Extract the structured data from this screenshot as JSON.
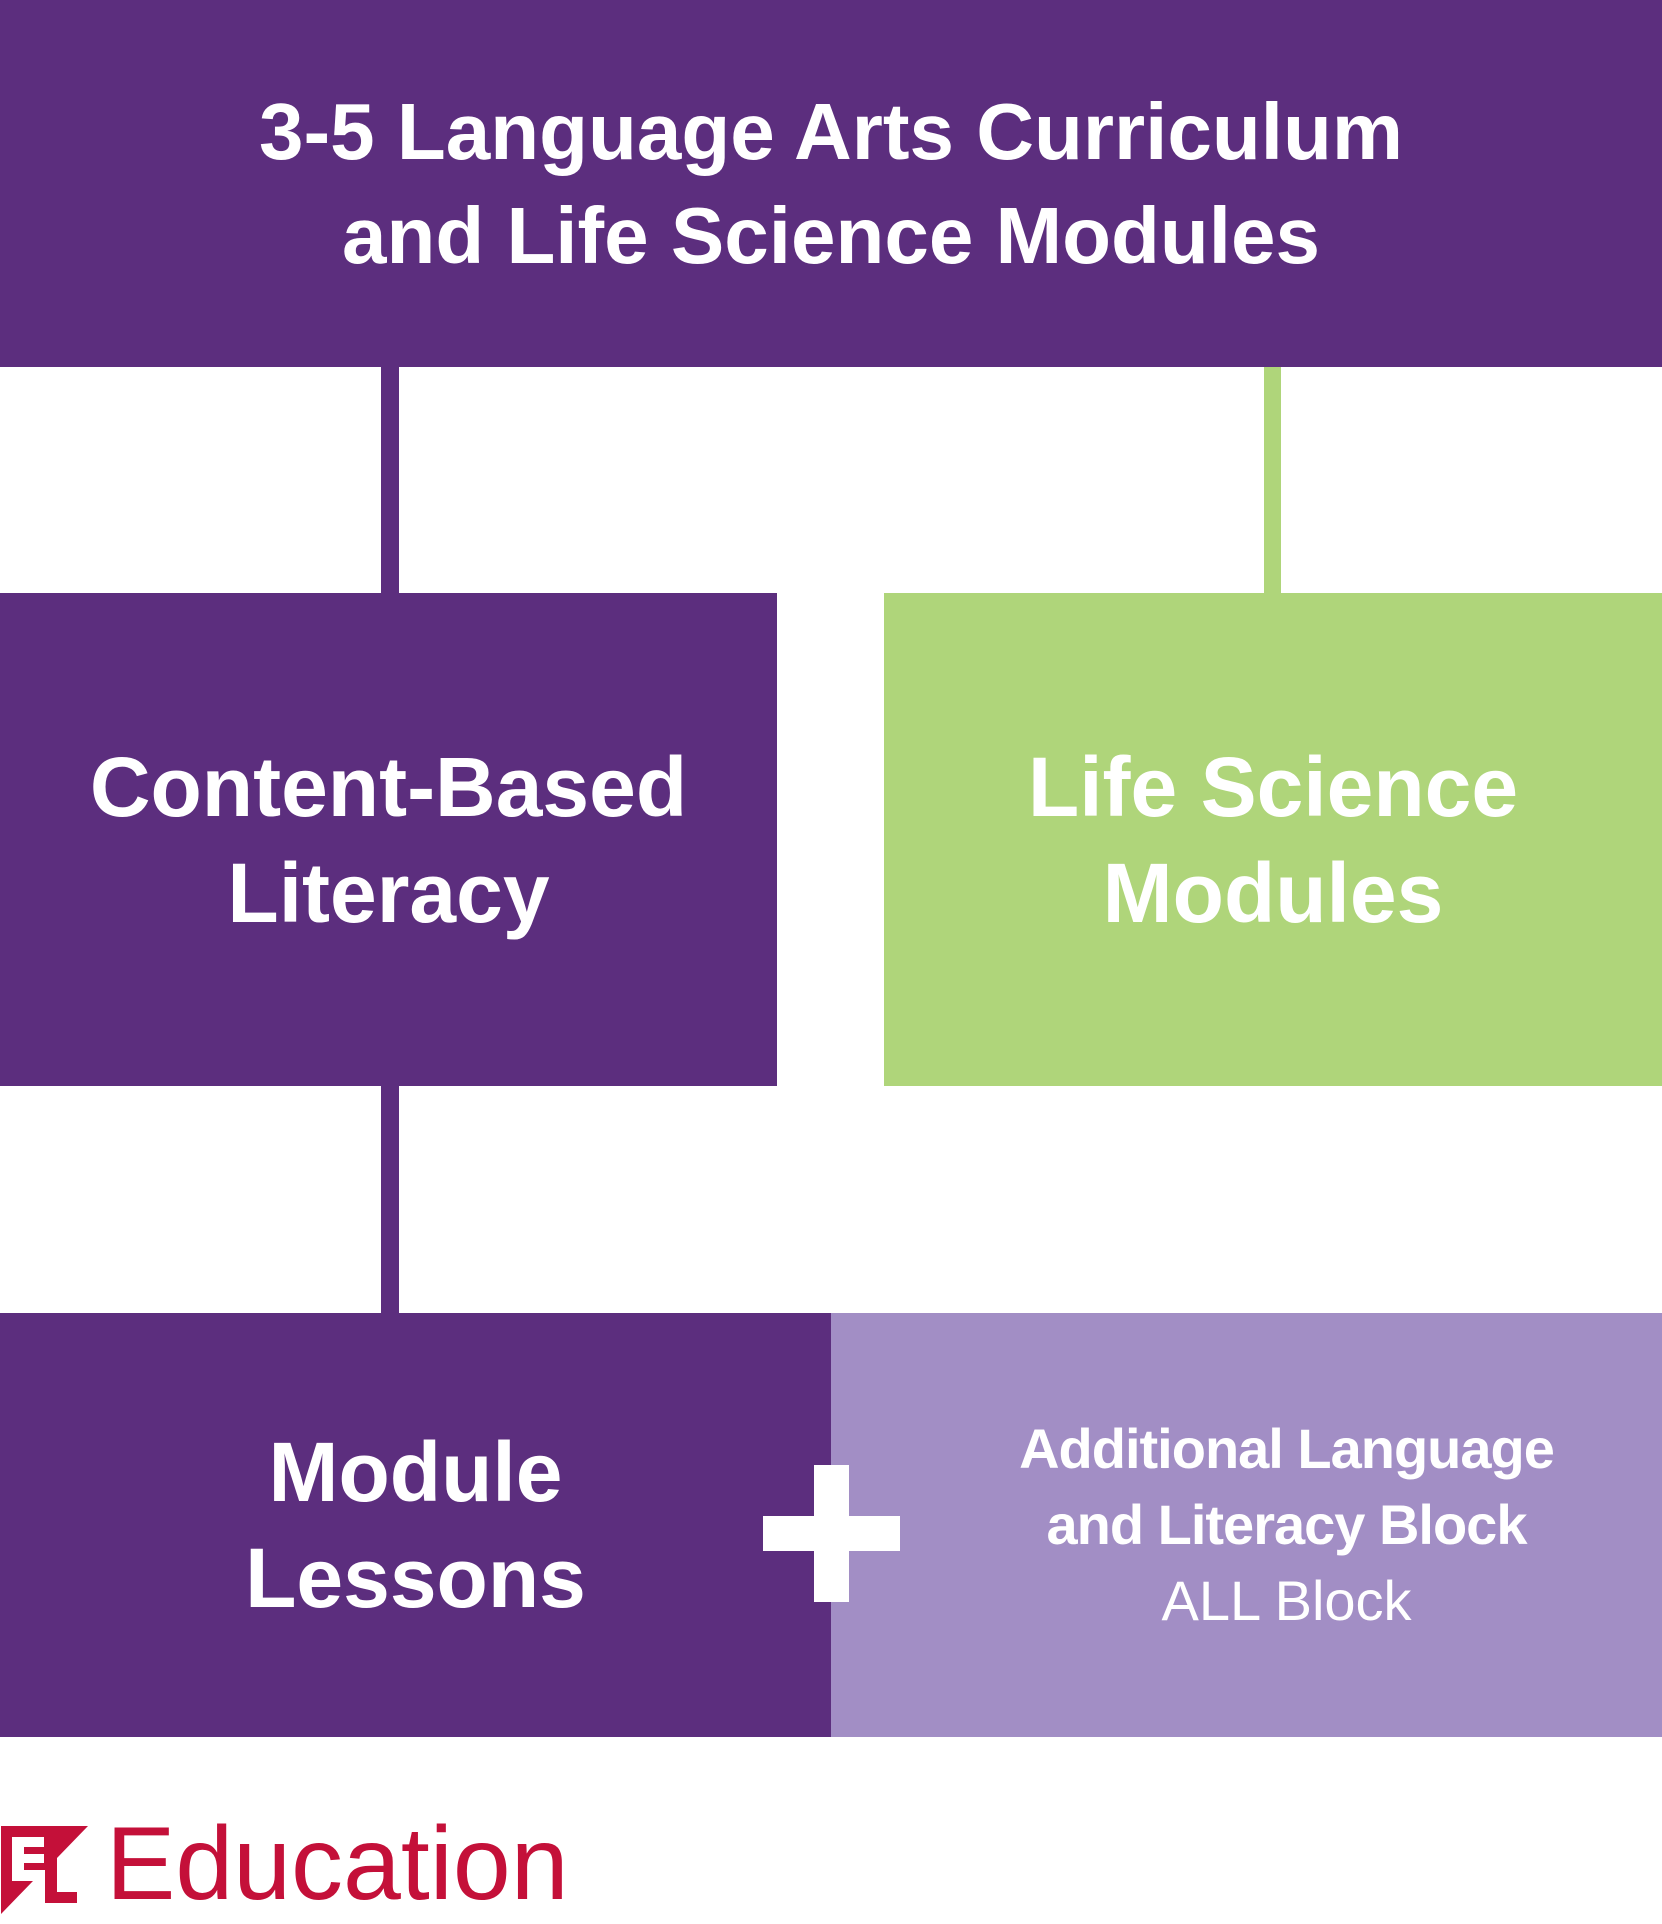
{
  "colors": {
    "purple": "#5c2e7e",
    "green": "#afd57a",
    "lavender": "#a28ec5",
    "logo_red": "#c41039"
  },
  "top": {
    "line1": "3-5 Language Arts Curriculum",
    "line2": "and Life Science Modules"
  },
  "left_box": {
    "line1": "Content-Based",
    "line2": "Literacy"
  },
  "right_box": {
    "line1": "Life Science",
    "line2": "Modules"
  },
  "bottom_left": {
    "line1": "Module",
    "line2": "Lessons"
  },
  "bottom_right": {
    "line1": "Additional Language",
    "line2": "and Literacy Block",
    "line3": "ALL Block"
  },
  "plus_icon": "plus-icon",
  "logo": {
    "mark": "EL",
    "text": "Education"
  }
}
